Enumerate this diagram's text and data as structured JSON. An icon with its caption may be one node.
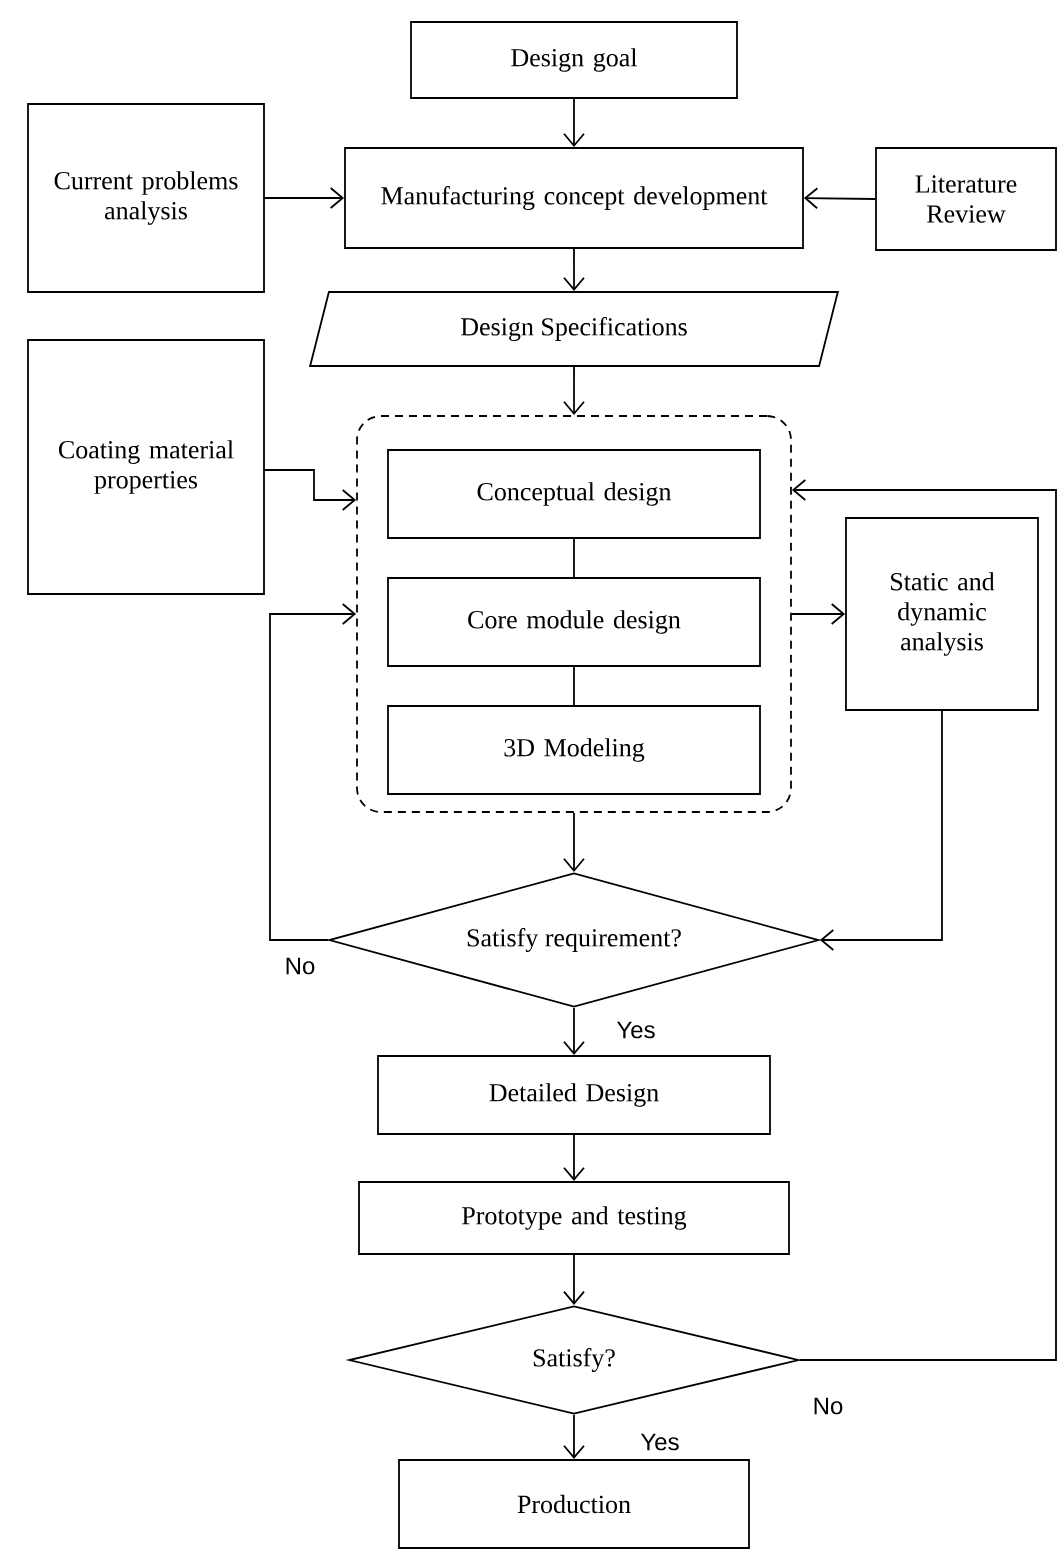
{
  "diagram": {
    "nodes": [
      {
        "text": [
          "Design goal"
        ]
      },
      {
        "text": [
          "Current problems analysis"
        ]
      },
      {
        "text": [
          "Manufacturing concept development"
        ]
      },
      {
        "text": [
          "Literature Review"
        ]
      },
      {
        "text": [
          "Design Specifications"
        ]
      },
      {
        "text": [
          "Coating material properties"
        ]
      },
      {
        "text": [],
        "shape": "box"
      },
      {
        "text": [
          "Conceptual design"
        ],
        "in": 6
      },
      {
        "text": [
          "Core module design"
        ],
        "in": 6
      },
      {
        "text": [
          "3D Modeling"
        ],
        "in": 6
      },
      {
        "text": [
          "Static and dynamic analysis"
        ]
      },
      {
        "text": [
          "Satisfy requirement?"
        ]
      },
      {
        "text": [
          "Detailed Design"
        ]
      },
      {
        "text": [
          "Prototype and testing"
        ]
      },
      {
        "text": [
          "Satisfy?"
        ]
      },
      {
        "text": [
          "Production"
        ]
      }
    ],
    "edges": [
      {
        "from": 0,
        "to": 2,
        "arrow": "to"
      },
      {
        "from": 1,
        "to": 2,
        "arrow": "to"
      },
      {
        "from": 3,
        "to": 2,
        "arrow": "to"
      },
      {
        "from": 2,
        "to": 4,
        "arrow": "to"
      },
      {
        "from": 4,
        "to": 6,
        "arrow": "to"
      },
      {
        "from": 5,
        "to": 6,
        "arrow": "to"
      },
      {
        "from": 7,
        "to": 8,
        "arrow": "none"
      },
      {
        "from": 8,
        "to": 9,
        "arrow": "none"
      },
      {
        "from": 6,
        "to": 10,
        "arrow": "to"
      },
      {
        "from": 6,
        "to": 11,
        "arrow": "to"
      },
      {
        "from": 10,
        "to": 11,
        "arrow": "to"
      },
      {
        "from": 11,
        "to": 6,
        "arrow": "to",
        "label": "No"
      },
      {
        "from": 11,
        "to": 12,
        "arrow": "to",
        "label": "Yes"
      },
      {
        "from": 12,
        "to": 13,
        "arrow": "to"
      },
      {
        "from": 13,
        "to": 14,
        "arrow": "to"
      },
      {
        "from": 14,
        "to": 15,
        "arrow": "to",
        "label": "Yes"
      },
      {
        "from": 14,
        "to": 6,
        "arrow": "to",
        "label": "No"
      }
    ]
  }
}
